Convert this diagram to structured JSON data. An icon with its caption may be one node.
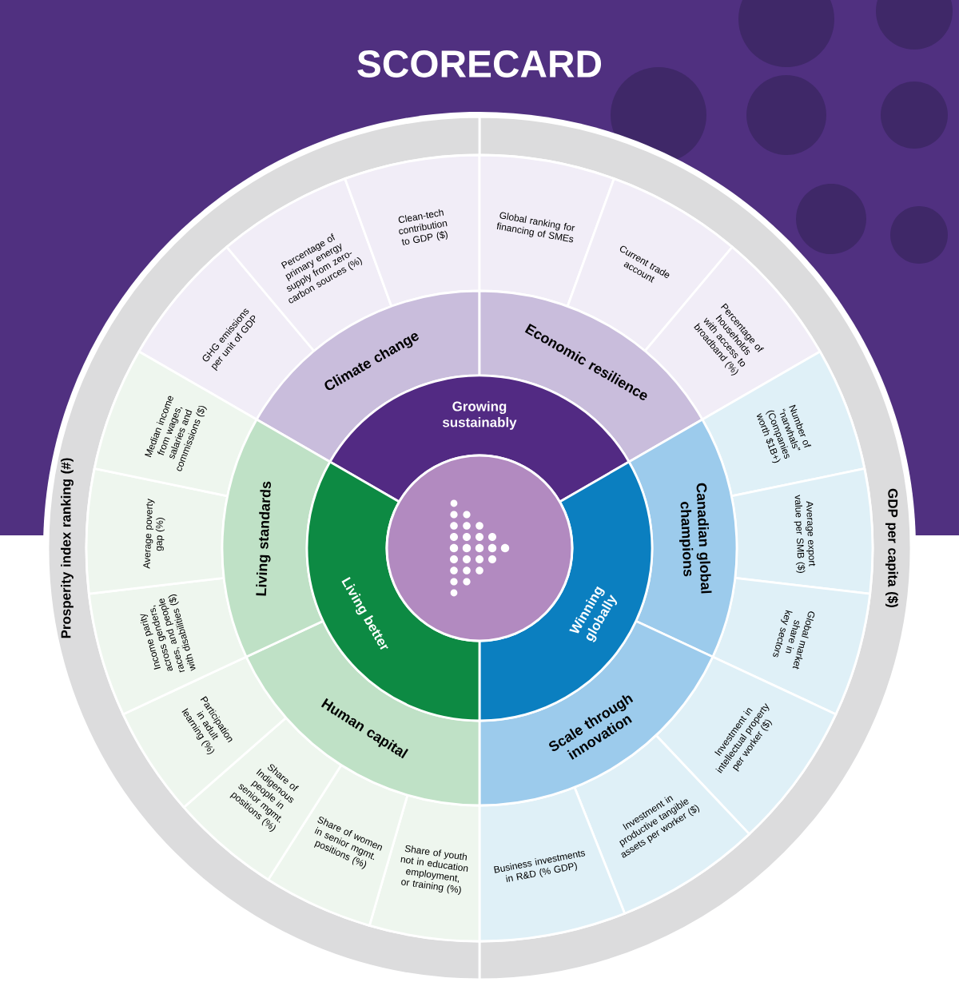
{
  "diagram": {
    "title": "SCORECARD",
    "nodes": [
      {
        "text": [],
        "shape": "circle"
      },
      {
        "text": [
          "Growing sustainably"
        ]
      },
      {
        "text": [
          "Winning globally"
        ]
      },
      {
        "text": [
          "Living better"
        ]
      },
      {
        "text": [
          "Climate change"
        ]
      },
      {
        "text": [
          "Economic resilience"
        ]
      },
      {
        "text": [
          "Canadian global champions"
        ]
      },
      {
        "text": [
          "Scale through innovation"
        ]
      },
      {
        "text": [
          "Human capital"
        ]
      },
      {
        "text": [
          "Living standards"
        ]
      },
      {
        "text": [
          "GHG emissions per unit of GDP"
        ]
      },
      {
        "text": [
          "Percentage of primary energy supply from zero-carbon sources (%)"
        ]
      },
      {
        "text": [
          "Clean-tech contribution to GDP ($)"
        ]
      },
      {
        "text": [
          "Global ranking for financing of SMEs"
        ]
      },
      {
        "text": [
          "Current trade account"
        ]
      },
      {
        "text": [
          "Percentage of households with access to broadband (%)"
        ]
      },
      {
        "text": [
          "Number of “narwhals” (Companies worth $1B+)"
        ]
      },
      {
        "text": [
          "Average export value per SMB ($)"
        ]
      },
      {
        "text": [
          "Global market share in key sectors"
        ]
      },
      {
        "text": [
          "Investment in intellectual property per worker ($)"
        ]
      },
      {
        "text": [
          "Investment in productive tangible assets per worker ($)"
        ]
      },
      {
        "text": [
          "Business investments in R&D (% GDP)"
        ]
      },
      {
        "text": [
          "Share of youth not in education employment, or training (%)"
        ]
      },
      {
        "text": [
          "Share of women in senior mgmt. positions (%)"
        ]
      },
      {
        "text": [
          "Share of Indigenous people in senior mgmt. positions (%)"
        ]
      },
      {
        "text": [
          "Participation in adult learning (%)"
        ]
      },
      {
        "text": [
          "Income parity across genders, races, and people with disabilities ($)"
        ]
      },
      {
        "text": [
          "Average poverty gap (%)"
        ]
      },
      {
        "text": [
          "Median income from wages, salaries and commissions ($)"
        ]
      },
      {
        "text": [
          "GDP per capita ($)"
        ]
      },
      {
        "text": [
          "Prosperity index ranking (#)"
        ]
      }
    ]
  }
}
